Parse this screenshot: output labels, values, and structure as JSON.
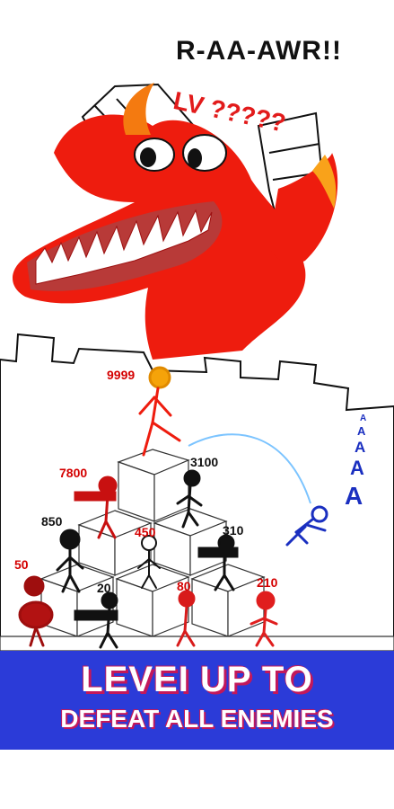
{
  "scene": {
    "roar_text": "R-AA-AWR!!",
    "boss_level_text": "LV ?????",
    "hero_level": "9999",
    "enemy_levels": [
      "7800",
      "3100",
      "850",
      "450",
      "310",
      "50",
      "20",
      "80",
      "210"
    ],
    "scream_letters": [
      "A",
      "A",
      "A",
      "A",
      "A"
    ]
  },
  "banner": {
    "line1": "LEVEI UP TO",
    "line2": "DEFEAT ALL ENEMIES"
  },
  "colors": {
    "monster_red": "#ee1c0e",
    "level_red": "#d40000",
    "banner_blue": "#2b3bd8",
    "banner_text_shadow": "#c2185b",
    "blue_stickman": "#1a2fc0"
  }
}
